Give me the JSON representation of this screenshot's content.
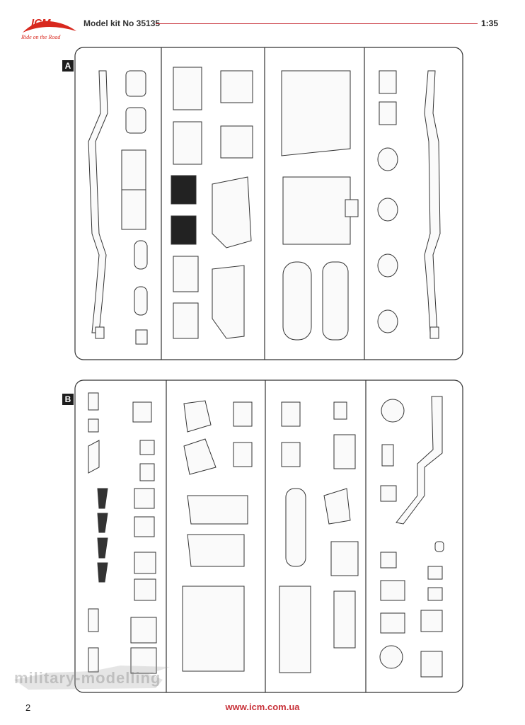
{
  "header": {
    "brand": "ICM",
    "brand_tagline": "Ride on the Road",
    "kit_title": "Model kit No 35135",
    "scale": "1:35"
  },
  "sprues": [
    {
      "letter": "A"
    },
    {
      "letter": "B"
    }
  ],
  "footer": {
    "page_number": "2",
    "website": "www.icm.com.ua"
  },
  "watermark": {
    "text": "military-modelling"
  },
  "colors": {
    "accent": "#c8323a",
    "ink": "#222222"
  }
}
